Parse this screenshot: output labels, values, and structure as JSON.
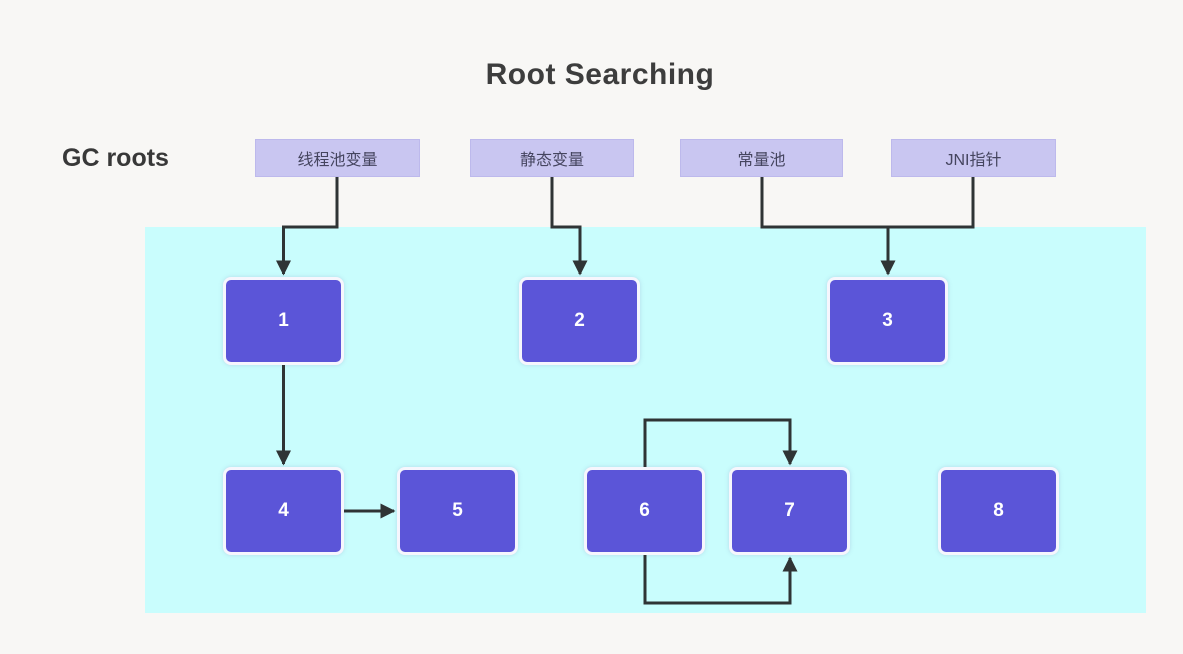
{
  "title": "Root Searching",
  "gc_roots_label": "GC roots",
  "roots": [
    {
      "id": "thread-pool-variable",
      "label": "线程池变量"
    },
    {
      "id": "static-variable",
      "label": "静态变量"
    },
    {
      "id": "constant-pool",
      "label": "常量池"
    },
    {
      "id": "jni-pointer",
      "label": "JNI指针"
    }
  ],
  "nodes": [
    {
      "id": "node-1",
      "label": "1"
    },
    {
      "id": "node-2",
      "label": "2"
    },
    {
      "id": "node-3",
      "label": "3"
    },
    {
      "id": "node-4",
      "label": "4"
    },
    {
      "id": "node-5",
      "label": "5"
    },
    {
      "id": "node-6",
      "label": "6"
    },
    {
      "id": "node-7",
      "label": "7"
    },
    {
      "id": "node-8",
      "label": "8"
    }
  ],
  "edges": [
    {
      "from": "线程池变量",
      "to": "1"
    },
    {
      "from": "静态变量",
      "to": "2"
    },
    {
      "from": "常量池",
      "to": "3"
    },
    {
      "from": "JNI指针",
      "to": "3"
    },
    {
      "from": "1",
      "to": "4"
    },
    {
      "from": "4",
      "to": "5"
    },
    {
      "from": "6",
      "to": "7",
      "route": "over-top"
    },
    {
      "from": "6",
      "to": "7",
      "route": "under-bottom"
    }
  ],
  "colors": {
    "page_bg": "#f8f7f5",
    "canvas_bg": "#c9fdfd",
    "root_box_bg": "#c9c6f1",
    "node_bg": "#5b55d8",
    "node_text": "#ffffff",
    "root_text": "#45455f",
    "arrow": "#2f3435",
    "title_text": "#3d3d3d"
  }
}
